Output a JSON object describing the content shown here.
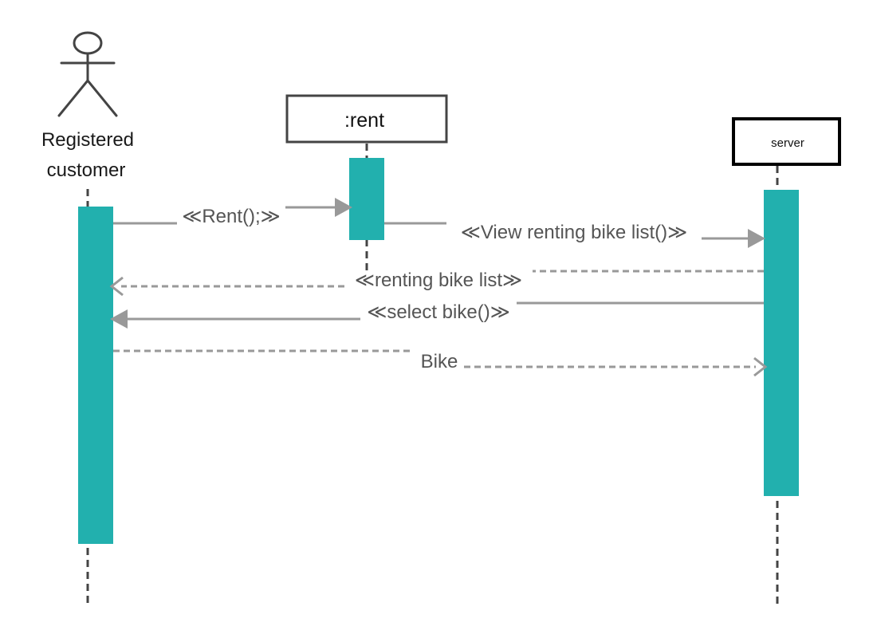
{
  "colors": {
    "activation": "#22b0ae",
    "message": "#999999",
    "lifeline": "#444444",
    "rent_box_border": "#444444",
    "server_box_border": "#000000",
    "actor_stroke": "#444444"
  },
  "participants": {
    "customer": {
      "label_line1": "Registered",
      "label_line2": "customer",
      "kind": "actor"
    },
    "rent": {
      "label": ":rent",
      "kind": "object"
    },
    "server": {
      "label": "server",
      "kind": "object"
    }
  },
  "messages": [
    {
      "label": "≪Rent();≫",
      "from": "customer",
      "to": "rent",
      "style": "solid"
    },
    {
      "label": "≪View renting bike list()≫",
      "from": "rent",
      "to": "server",
      "style": "solid"
    },
    {
      "label": "≪renting bike list≫",
      "from": "server",
      "to": "customer",
      "style": "dashed"
    },
    {
      "label": "≪select bike()≫",
      "from": "server",
      "to": "customer",
      "style": "solid"
    },
    {
      "label": "Bike",
      "from": "customer",
      "to": "server",
      "style": "dashed"
    }
  ]
}
